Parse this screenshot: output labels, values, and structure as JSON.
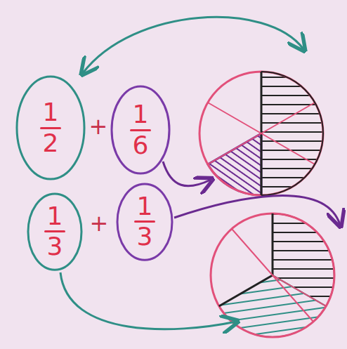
{
  "diagram": {
    "nodes": [
      {
        "text": [
          "1",
          "2"
        ]
      },
      {
        "text": [
          "1",
          "6"
        ]
      },
      {
        "text": [
          "1",
          "3"
        ]
      },
      {
        "text": [
          "1",
          "3"
        ]
      }
    ],
    "labels": [
      "+",
      "+"
    ]
  }
}
